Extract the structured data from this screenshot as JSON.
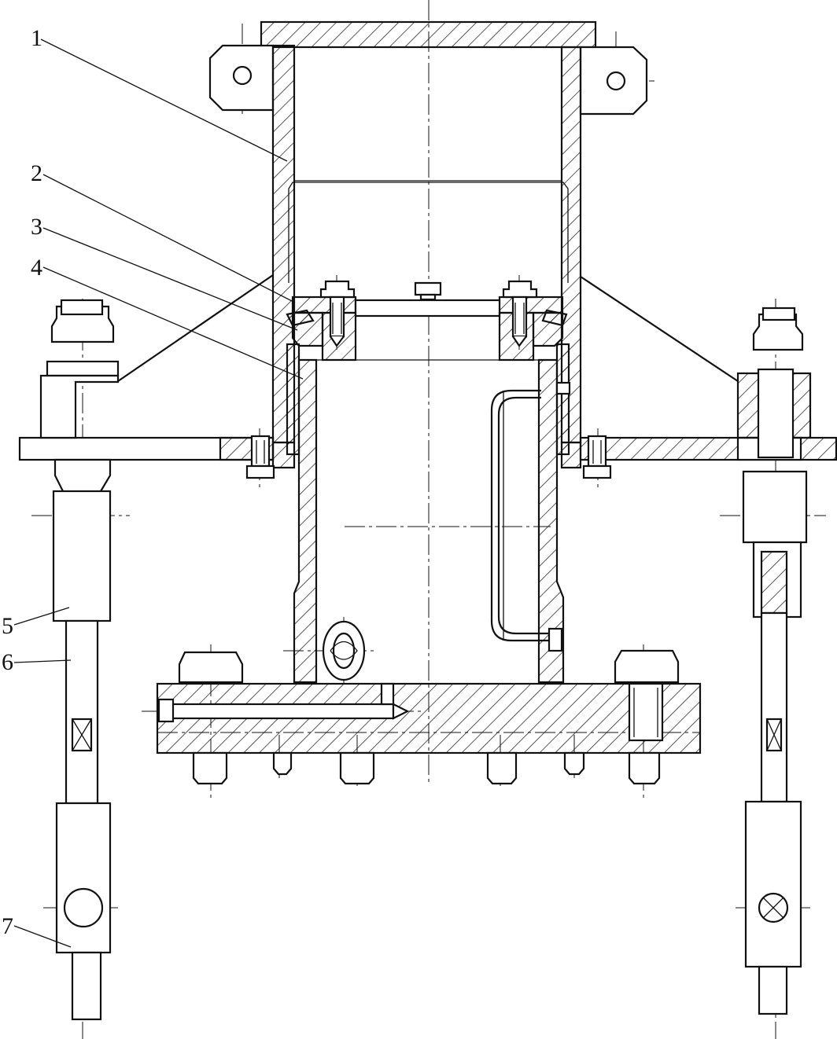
{
  "labels": [
    "1",
    "2",
    "3",
    "4",
    "5",
    "6",
    "7"
  ],
  "colors": {
    "line": "#111111",
    "background": "#ffffff"
  }
}
